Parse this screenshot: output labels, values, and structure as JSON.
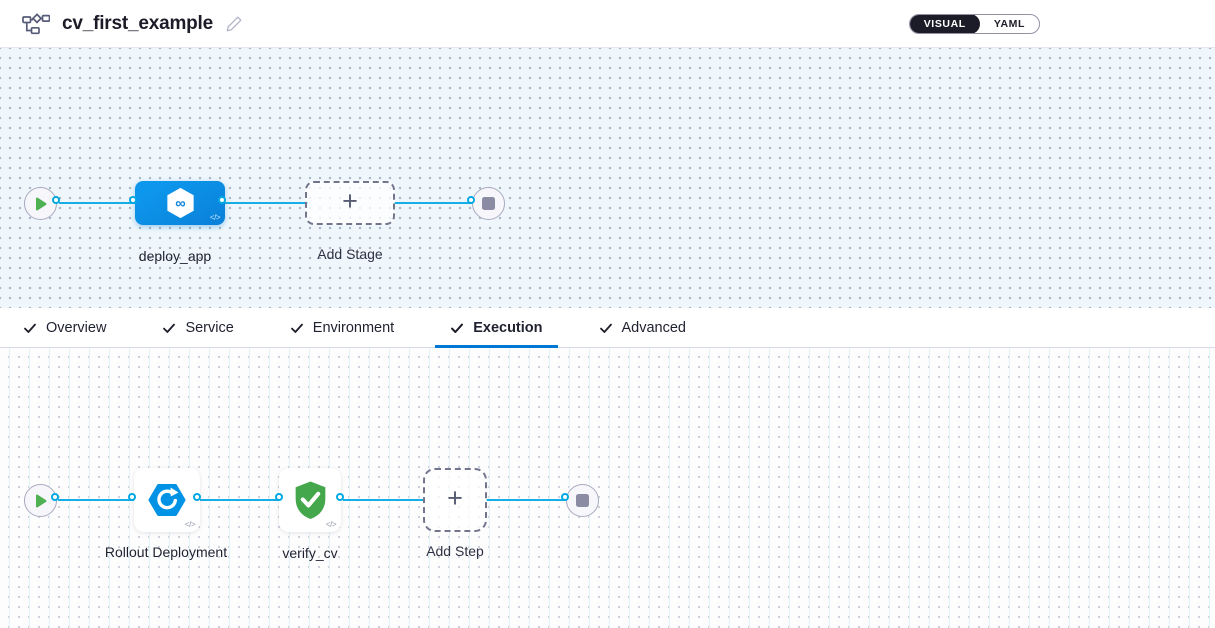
{
  "header": {
    "title": "cv_first_example",
    "mode_toggle": {
      "visual_label": "VISUAL",
      "yaml_label": "YAML",
      "selected": "VISUAL"
    }
  },
  "glyphs": {
    "plus": "+",
    "code": "</>"
  },
  "stage_pipeline": {
    "stage": {
      "name": "deploy_app",
      "type": "cd-stage"
    },
    "add_stage_label": "Add Stage"
  },
  "tabs": [
    {
      "label": "Overview",
      "checked": true,
      "active": false
    },
    {
      "label": "Service",
      "checked": true,
      "active": false
    },
    {
      "label": "Environment",
      "checked": true,
      "active": false
    },
    {
      "label": "Execution",
      "checked": true,
      "active": true
    },
    {
      "label": "Advanced",
      "checked": true,
      "active": false
    }
  ],
  "execution_pipeline": {
    "steps": [
      {
        "name": "Rollout Deployment",
        "icon": "k8s-rollout"
      },
      {
        "name": "verify_cv",
        "icon": "verify-shield"
      }
    ],
    "add_step_label": "Add Step"
  },
  "colors": {
    "connector_blue": "#16aee6",
    "stage_blue": "#0a85dd",
    "accent_blue": "#0278d5",
    "verify_green": "#45a74b",
    "play_green": "#4fb153",
    "toggle_dark": "#1c1c28"
  }
}
